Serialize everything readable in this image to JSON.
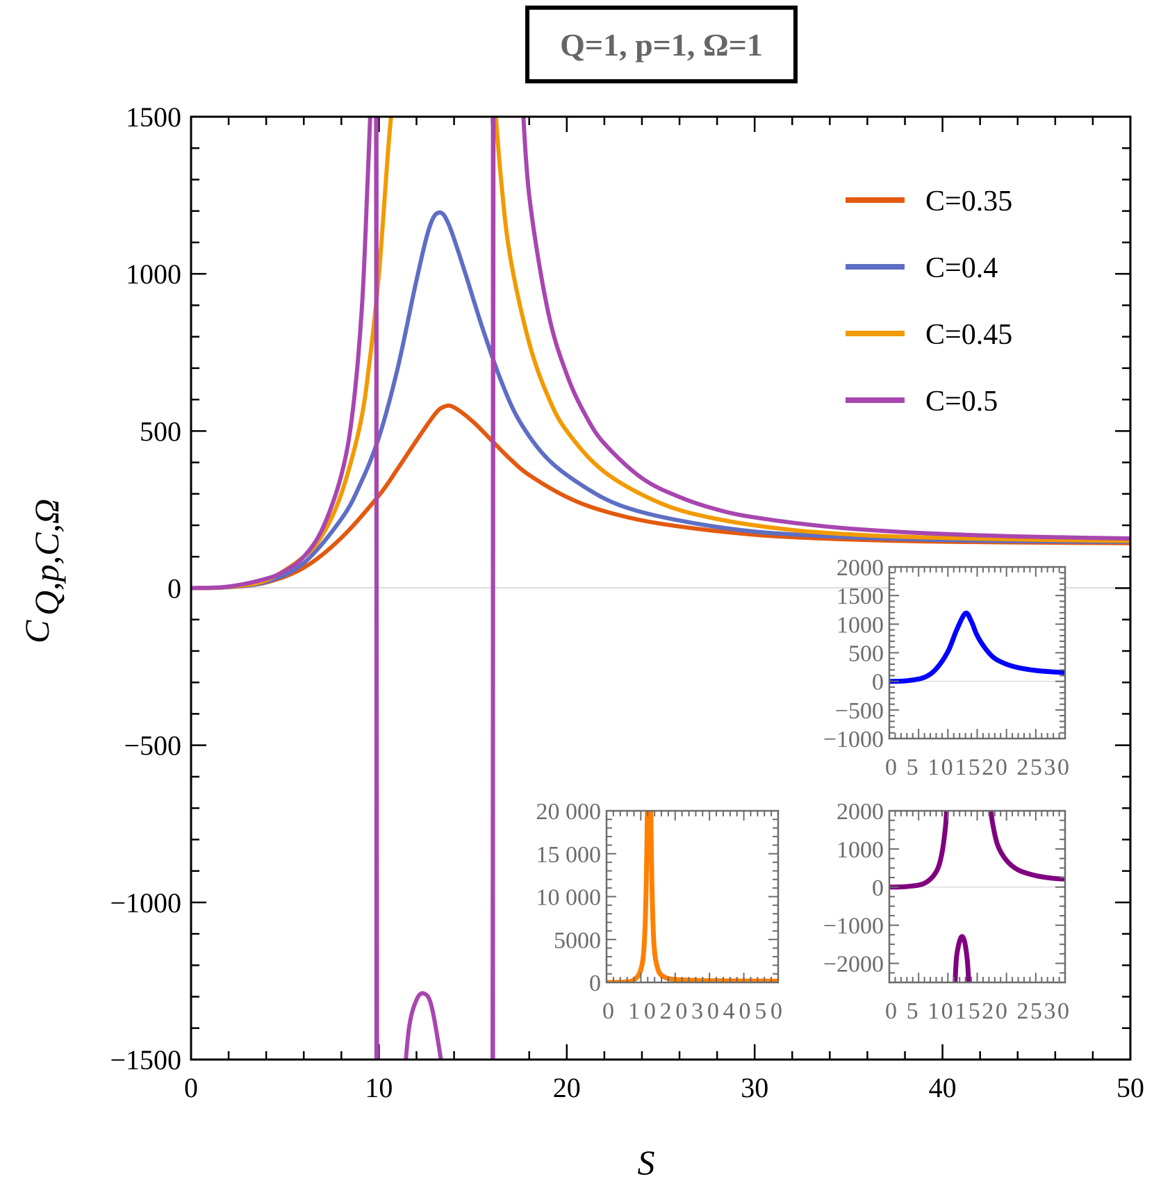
{
  "title": "Q=1, p=1, Ω=1",
  "chart_data": [
    {
      "type": "line",
      "title": "Q=1, p=1, Ω=1",
      "xlabel": "S",
      "ylabel": "C_{Q,p,C,Ω}",
      "xlim": [
        0,
        50
      ],
      "ylim": [
        -1500,
        1500
      ],
      "xticks": [
        0,
        10,
        20,
        30,
        40,
        50
      ],
      "yticks": [
        -1500,
        -1000,
        -500,
        0,
        500,
        1000,
        1500
      ],
      "grid": false,
      "legend_position": "upper right",
      "series": [
        {
          "name": "C=0.35",
          "color": "#E3590F",
          "points": [
            [
              0,
              0
            ],
            [
              2,
              3
            ],
            [
              4,
              18
            ],
            [
              6,
              65
            ],
            [
              8,
              160
            ],
            [
              10,
              295
            ],
            [
              11,
              380
            ],
            [
              12,
              470
            ],
            [
              13,
              555
            ],
            [
              13.5,
              578
            ],
            [
              14,
              575
            ],
            [
              15,
              530
            ],
            [
              16,
              470
            ],
            [
              17,
              410
            ],
            [
              18,
              360
            ],
            [
              20,
              290
            ],
            [
              22,
              245
            ],
            [
              25,
              205
            ],
            [
              30,
              170
            ],
            [
              35,
              155
            ],
            [
              40,
              148
            ],
            [
              45,
              145
            ],
            [
              50,
              143
            ]
          ]
        },
        {
          "name": "C=0.4",
          "color": "#5E6EC4",
          "points": [
            [
              0,
              0
            ],
            [
              2,
              3
            ],
            [
              4,
              20
            ],
            [
              6,
              80
            ],
            [
              8,
              220
            ],
            [
              9,
              330
            ],
            [
              10,
              480
            ],
            [
              11,
              700
            ],
            [
              12,
              980
            ],
            [
              12.7,
              1150
            ],
            [
              13.2,
              1195
            ],
            [
              13.7,
              1160
            ],
            [
              14.5,
              1020
            ],
            [
              15.5,
              830
            ],
            [
              16.5,
              660
            ],
            [
              17.5,
              530
            ],
            [
              19,
              410
            ],
            [
              21,
              320
            ],
            [
              23,
              260
            ],
            [
              26,
              215
            ],
            [
              30,
              180
            ],
            [
              35,
              162
            ],
            [
              40,
              153
            ],
            [
              45,
              149
            ],
            [
              50,
              147
            ]
          ]
        },
        {
          "name": "C=0.45",
          "color": "#F29A00",
          "points": [
            [
              0,
              0
            ],
            [
              2,
              4
            ],
            [
              4,
              25
            ],
            [
              6,
              100
            ],
            [
              7,
              170
            ],
            [
              8,
              300
            ],
            [
              9,
              520
            ],
            [
              9.5,
              720
            ],
            [
              10,
              1000
            ],
            [
              10.5,
              1400
            ],
            [
              10.8,
              1600
            ],
            null,
            [
              16.1,
              1600
            ],
            [
              16.5,
              1300
            ],
            [
              17,
              1050
            ],
            [
              18,
              780
            ],
            [
              19,
              610
            ],
            [
              20,
              500
            ],
            [
              22,
              370
            ],
            [
              25,
              270
            ],
            [
              28,
              220
            ],
            [
              32,
              185
            ],
            [
              36,
              168
            ],
            [
              40,
              160
            ],
            [
              45,
              154
            ],
            [
              50,
              150
            ]
          ]
        },
        {
          "name": "C=0.5",
          "color": "#A846B0",
          "points": [
            [
              0,
              0
            ],
            [
              2,
              5
            ],
            [
              4,
              30
            ],
            [
              5,
              55
            ],
            [
              6,
              100
            ],
            [
              7,
              190
            ],
            [
              8,
              360
            ],
            [
              8.6,
              560
            ],
            [
              9.1,
              900
            ],
            [
              9.4,
              1300
            ],
            [
              9.6,
              1600
            ],
            null,
            [
              9.85,
              1600
            ],
            [
              9.9,
              -1600
            ],
            null,
            [
              11.3,
              -1600
            ],
            [
              11.6,
              -1400
            ],
            [
              12,
              -1310
            ],
            [
              12.4,
              -1290
            ],
            [
              12.8,
              -1330
            ],
            [
              13.3,
              -1500
            ],
            [
              13.5,
              -1600
            ],
            null,
            [
              16.05,
              -1600
            ],
            [
              16.1,
              1600
            ],
            null,
            [
              17.6,
              1600
            ],
            [
              18,
              1250
            ],
            [
              19,
              880
            ],
            [
              20,
              680
            ],
            [
              21,
              550
            ],
            [
              22,
              460
            ],
            [
              24,
              350
            ],
            [
              26,
              290
            ],
            [
              28,
              250
            ],
            [
              30,
              225
            ],
            [
              34,
              195
            ],
            [
              38,
              178
            ],
            [
              42,
              168
            ],
            [
              46,
              162
            ],
            [
              50,
              158
            ]
          ]
        }
      ]
    },
    {
      "type": "line",
      "title": "",
      "color": "#0000FF",
      "xlim": [
        0,
        30
      ],
      "ylim": [
        -1000,
        2000
      ],
      "xticks": [
        0,
        5,
        10,
        15,
        20,
        25,
        30
      ],
      "xtick_labels": [
        "0",
        "5",
        "10",
        "15",
        "20",
        "25",
        "30"
      ],
      "yticks": [
        -1000,
        -500,
        0,
        500,
        1000,
        1500,
        2000
      ],
      "points": [
        [
          0,
          0
        ],
        [
          3,
          10
        ],
        [
          6,
          70
        ],
        [
          8,
          220
        ],
        [
          10,
          520
        ],
        [
          11.5,
          900
        ],
        [
          13,
          1190
        ],
        [
          14,
          1050
        ],
        [
          15,
          800
        ],
        [
          16.5,
          560
        ],
        [
          18,
          400
        ],
        [
          20,
          300
        ],
        [
          22,
          240
        ],
        [
          25,
          190
        ],
        [
          28,
          165
        ],
        [
          30,
          155
        ]
      ]
    },
    {
      "type": "line",
      "title": "",
      "color": "#FF8000",
      "xlim": [
        0,
        50
      ],
      "ylim": [
        0,
        20000
      ],
      "xticks": [
        0,
        10,
        20,
        30,
        40,
        50
      ],
      "yticks": [
        0,
        5000,
        10000,
        15000,
        20000
      ],
      "ytick_labels": [
        "0",
        "5000",
        "10 000",
        "15 000",
        "20 000"
      ],
      "points": [
        [
          0,
          0
        ],
        [
          5,
          40
        ],
        [
          8,
          300
        ],
        [
          10,
          1500
        ],
        [
          11,
          4500
        ],
        [
          11.6,
          12000
        ],
        [
          11.9,
          20500
        ],
        null,
        [
          12.9,
          20500
        ],
        [
          13.2,
          12000
        ],
        [
          13.8,
          4500
        ],
        [
          15,
          1500
        ],
        [
          17,
          600
        ],
        [
          20,
          350
        ],
        [
          25,
          250
        ],
        [
          30,
          200
        ],
        [
          40,
          170
        ],
        [
          50,
          155
        ]
      ]
    },
    {
      "type": "line",
      "title": "",
      "color": "#800080",
      "xlim": [
        0,
        30
      ],
      "ylim": [
        -2500,
        2000
      ],
      "xticks": [
        0,
        5,
        10,
        15,
        20,
        25,
        30
      ],
      "yticks": [
        -2000,
        -1000,
        0,
        1000,
        2000
      ],
      "points": [
        [
          0,
          0
        ],
        [
          3,
          15
        ],
        [
          6,
          100
        ],
        [
          8,
          400
        ],
        [
          9,
          900
        ],
        [
          9.6,
          1600
        ],
        [
          9.8,
          2100
        ],
        null,
        [
          9.85,
          -2600
        ],
        null,
        [
          11.2,
          -2600
        ],
        [
          11.5,
          -1800
        ],
        [
          12.2,
          -1330
        ],
        [
          12.8,
          -1400
        ],
        [
          13.3,
          -1900
        ],
        [
          13.6,
          -2600
        ],
        null,
        [
          16.0,
          -2600
        ],
        null,
        [
          16.05,
          2100
        ],
        null,
        [
          17.3,
          2100
        ],
        [
          17.6,
          1700
        ],
        [
          18.5,
          1100
        ],
        [
          20,
          700
        ],
        [
          22,
          450
        ],
        [
          25,
          300
        ],
        [
          28,
          230
        ],
        [
          30,
          210
        ]
      ]
    }
  ],
  "legend": [
    {
      "label": "C=0.35",
      "color": "#E3590F"
    },
    {
      "label": "C=0.4",
      "color": "#5E6EC4"
    },
    {
      "label": "C=0.45",
      "color": "#F29A00"
    },
    {
      "label": "C=0.5",
      "color": "#A846B0"
    }
  ],
  "axes": {
    "xlabel": "S",
    "ylabel_main": "C",
    "ylabel_sub": "Q,p,C,Ω",
    "xtick_labels": [
      "0",
      "10",
      "20",
      "30",
      "40",
      "50"
    ],
    "ytick_labels": [
      "−1500",
      "−1000",
      "−500",
      "0",
      "500",
      "1000",
      "1500"
    ]
  },
  "insets": {
    "blue": {
      "ytick_labels": [
        "−1000",
        "−500",
        "0",
        "500",
        "1000",
        "1500",
        "2000"
      ],
      "xtick_text": "0 5 101520 2530"
    },
    "orange": {
      "ytick_labels": [
        "0",
        "5000",
        "10 000",
        "15 000",
        "20 000"
      ],
      "xtick_text": "0 1020304050"
    },
    "purple": {
      "ytick_labels": [
        "−2000",
        "−1000",
        "0",
        "1000",
        "2000"
      ],
      "xtick_text": "0 5 101520 2530"
    }
  }
}
